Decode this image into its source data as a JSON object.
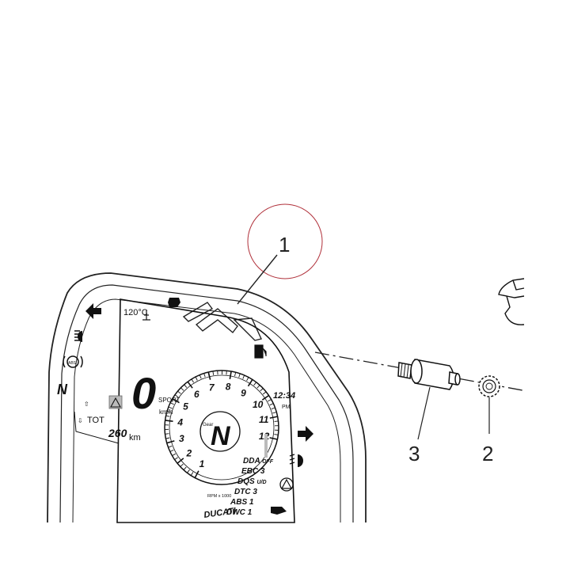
{
  "callouts": {
    "dashboard": "1",
    "nut": "2",
    "spacer": "3"
  },
  "display": {
    "temperature": "120°C",
    "speed": "0",
    "speed_unit": "km/h",
    "riding_mode": "SPORT",
    "trip_label": "TOT",
    "odometer": "260",
    "odometer_unit": "km",
    "clock_time": "12:34",
    "clock_ampm": "PM",
    "gear_label": "Gear",
    "gear_value": "N",
    "rpm_label": "RPM x 1000",
    "rpm_ticks": [
      "1",
      "2",
      "3",
      "4",
      "5",
      "6",
      "7",
      "8",
      "9",
      "10",
      "11",
      "12"
    ],
    "status": [
      {
        "name": "DDA",
        "value": "OFF"
      },
      {
        "name": "EBC",
        "value": "3"
      },
      {
        "name": "DQS",
        "value": "U/D"
      },
      {
        "name": "DTC",
        "value": "3"
      },
      {
        "name": "ABS",
        "value": "1"
      },
      {
        "name": "DWC",
        "value": "1"
      }
    ],
    "brand": "DUCATI",
    "neutral_indicator": "N",
    "abs_badge": "ABS"
  }
}
